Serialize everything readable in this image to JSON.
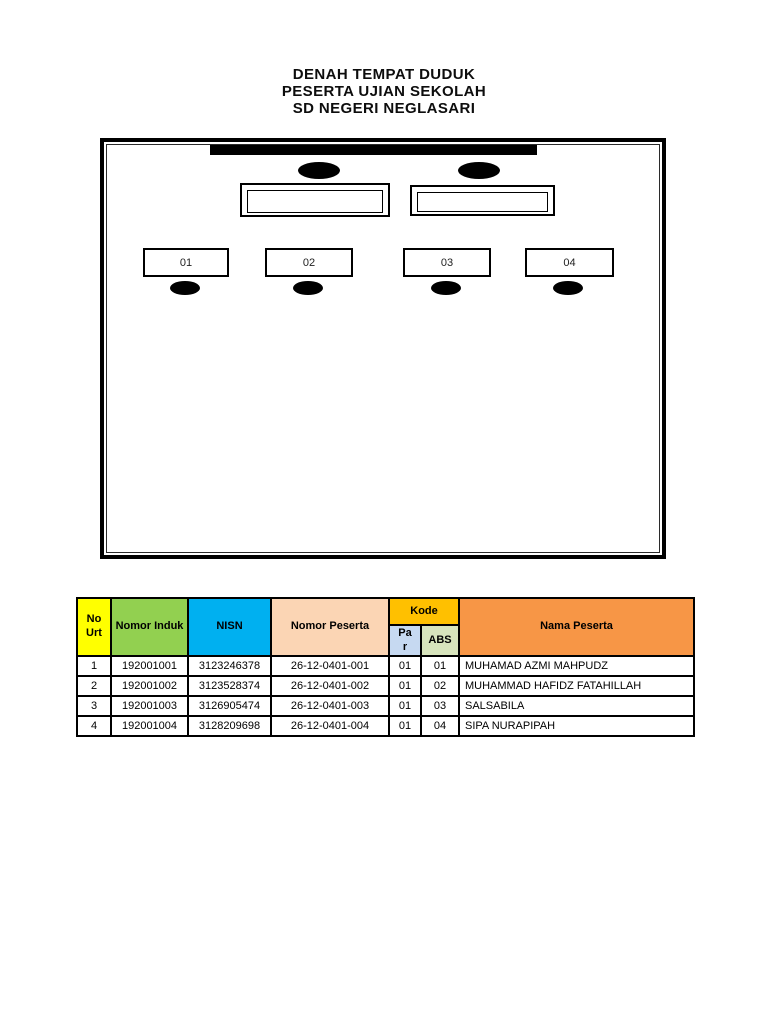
{
  "title": {
    "line1": "DENAH TEMPAT DUDUK",
    "line2": "PESERTA UJIAN SEKOLAH",
    "line3": "SD NEGERI NEGLASARI"
  },
  "diagram": {
    "desks": [
      {
        "label": "01"
      },
      {
        "label": "02"
      },
      {
        "label": "03"
      },
      {
        "label": "04"
      }
    ]
  },
  "table": {
    "headers": {
      "no_urt": "No Urt",
      "nomor_induk": "Nomor Induk",
      "nisn": "NISN",
      "nomor_peserta": "Nomor Peserta",
      "kode": "Kode",
      "par": "Par",
      "abs": "ABS",
      "nama_peserta": "Nama Peserta"
    },
    "rows": [
      {
        "no": "1",
        "induk": "192001001",
        "nisn": "3123246378",
        "peserta": "26-12-0401-001",
        "par": "01",
        "abs": "01",
        "nama": "MUHAMAD AZMI MAHPUDZ"
      },
      {
        "no": "2",
        "induk": "192001002",
        "nisn": "3123528374",
        "peserta": "26-12-0401-002",
        "par": "01",
        "abs": "02",
        "nama": "MUHAMMAD HAFIDZ FATAHILLAH"
      },
      {
        "no": "3",
        "induk": "192001003",
        "nisn": "3126905474",
        "peserta": "26-12-0401-003",
        "par": "01",
        "abs": "03",
        "nama": "SALSABILA"
      },
      {
        "no": "4",
        "induk": "192001004",
        "nisn": "3128209698",
        "peserta": "26-12-0401-004",
        "par": "01",
        "abs": "04",
        "nama": "SIPA NURAPIPAH"
      }
    ],
    "colors": {
      "no_urt_bg": "#FFFF00",
      "nomor_induk_bg": "#92D050",
      "nisn_bg": "#00B0F0",
      "nomor_peserta_bg": "#FBD5B4",
      "kode_bg": "#FFC000",
      "par_bg": "#C6D9F1",
      "abs_bg": "#D7E4BC",
      "nama_peserta_bg": "#F79646",
      "border": "#000000"
    }
  }
}
